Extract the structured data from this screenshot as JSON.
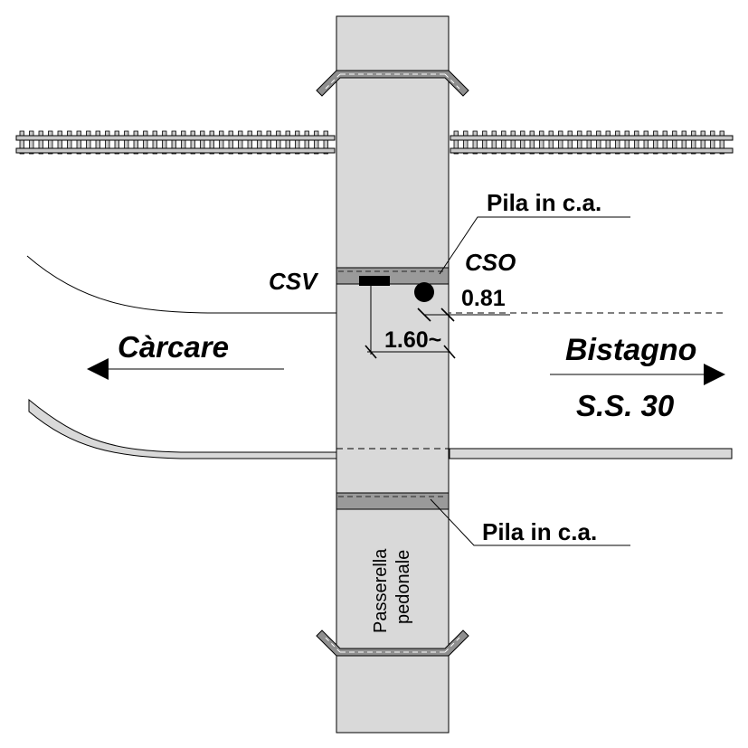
{
  "labels": {
    "pier_top": "Pila in c.a.",
    "pier_bottom": "Pila in c.a.",
    "csv": "CSV",
    "cso": "CSO",
    "dim_cso": "0.81",
    "dim_csv": "1.60~",
    "direction_left": "Càrcare",
    "direction_right": "Bistagno",
    "road_name": "S.S. 30",
    "footbridge_line1": "Passerella",
    "footbridge_line2": "pedonale"
  },
  "colors": {
    "bridge_fill": "#d9d9d9",
    "pier_fill": "#9a9a9a",
    "rail_fill": "#c8c8c8",
    "ink": "#000000"
  }
}
